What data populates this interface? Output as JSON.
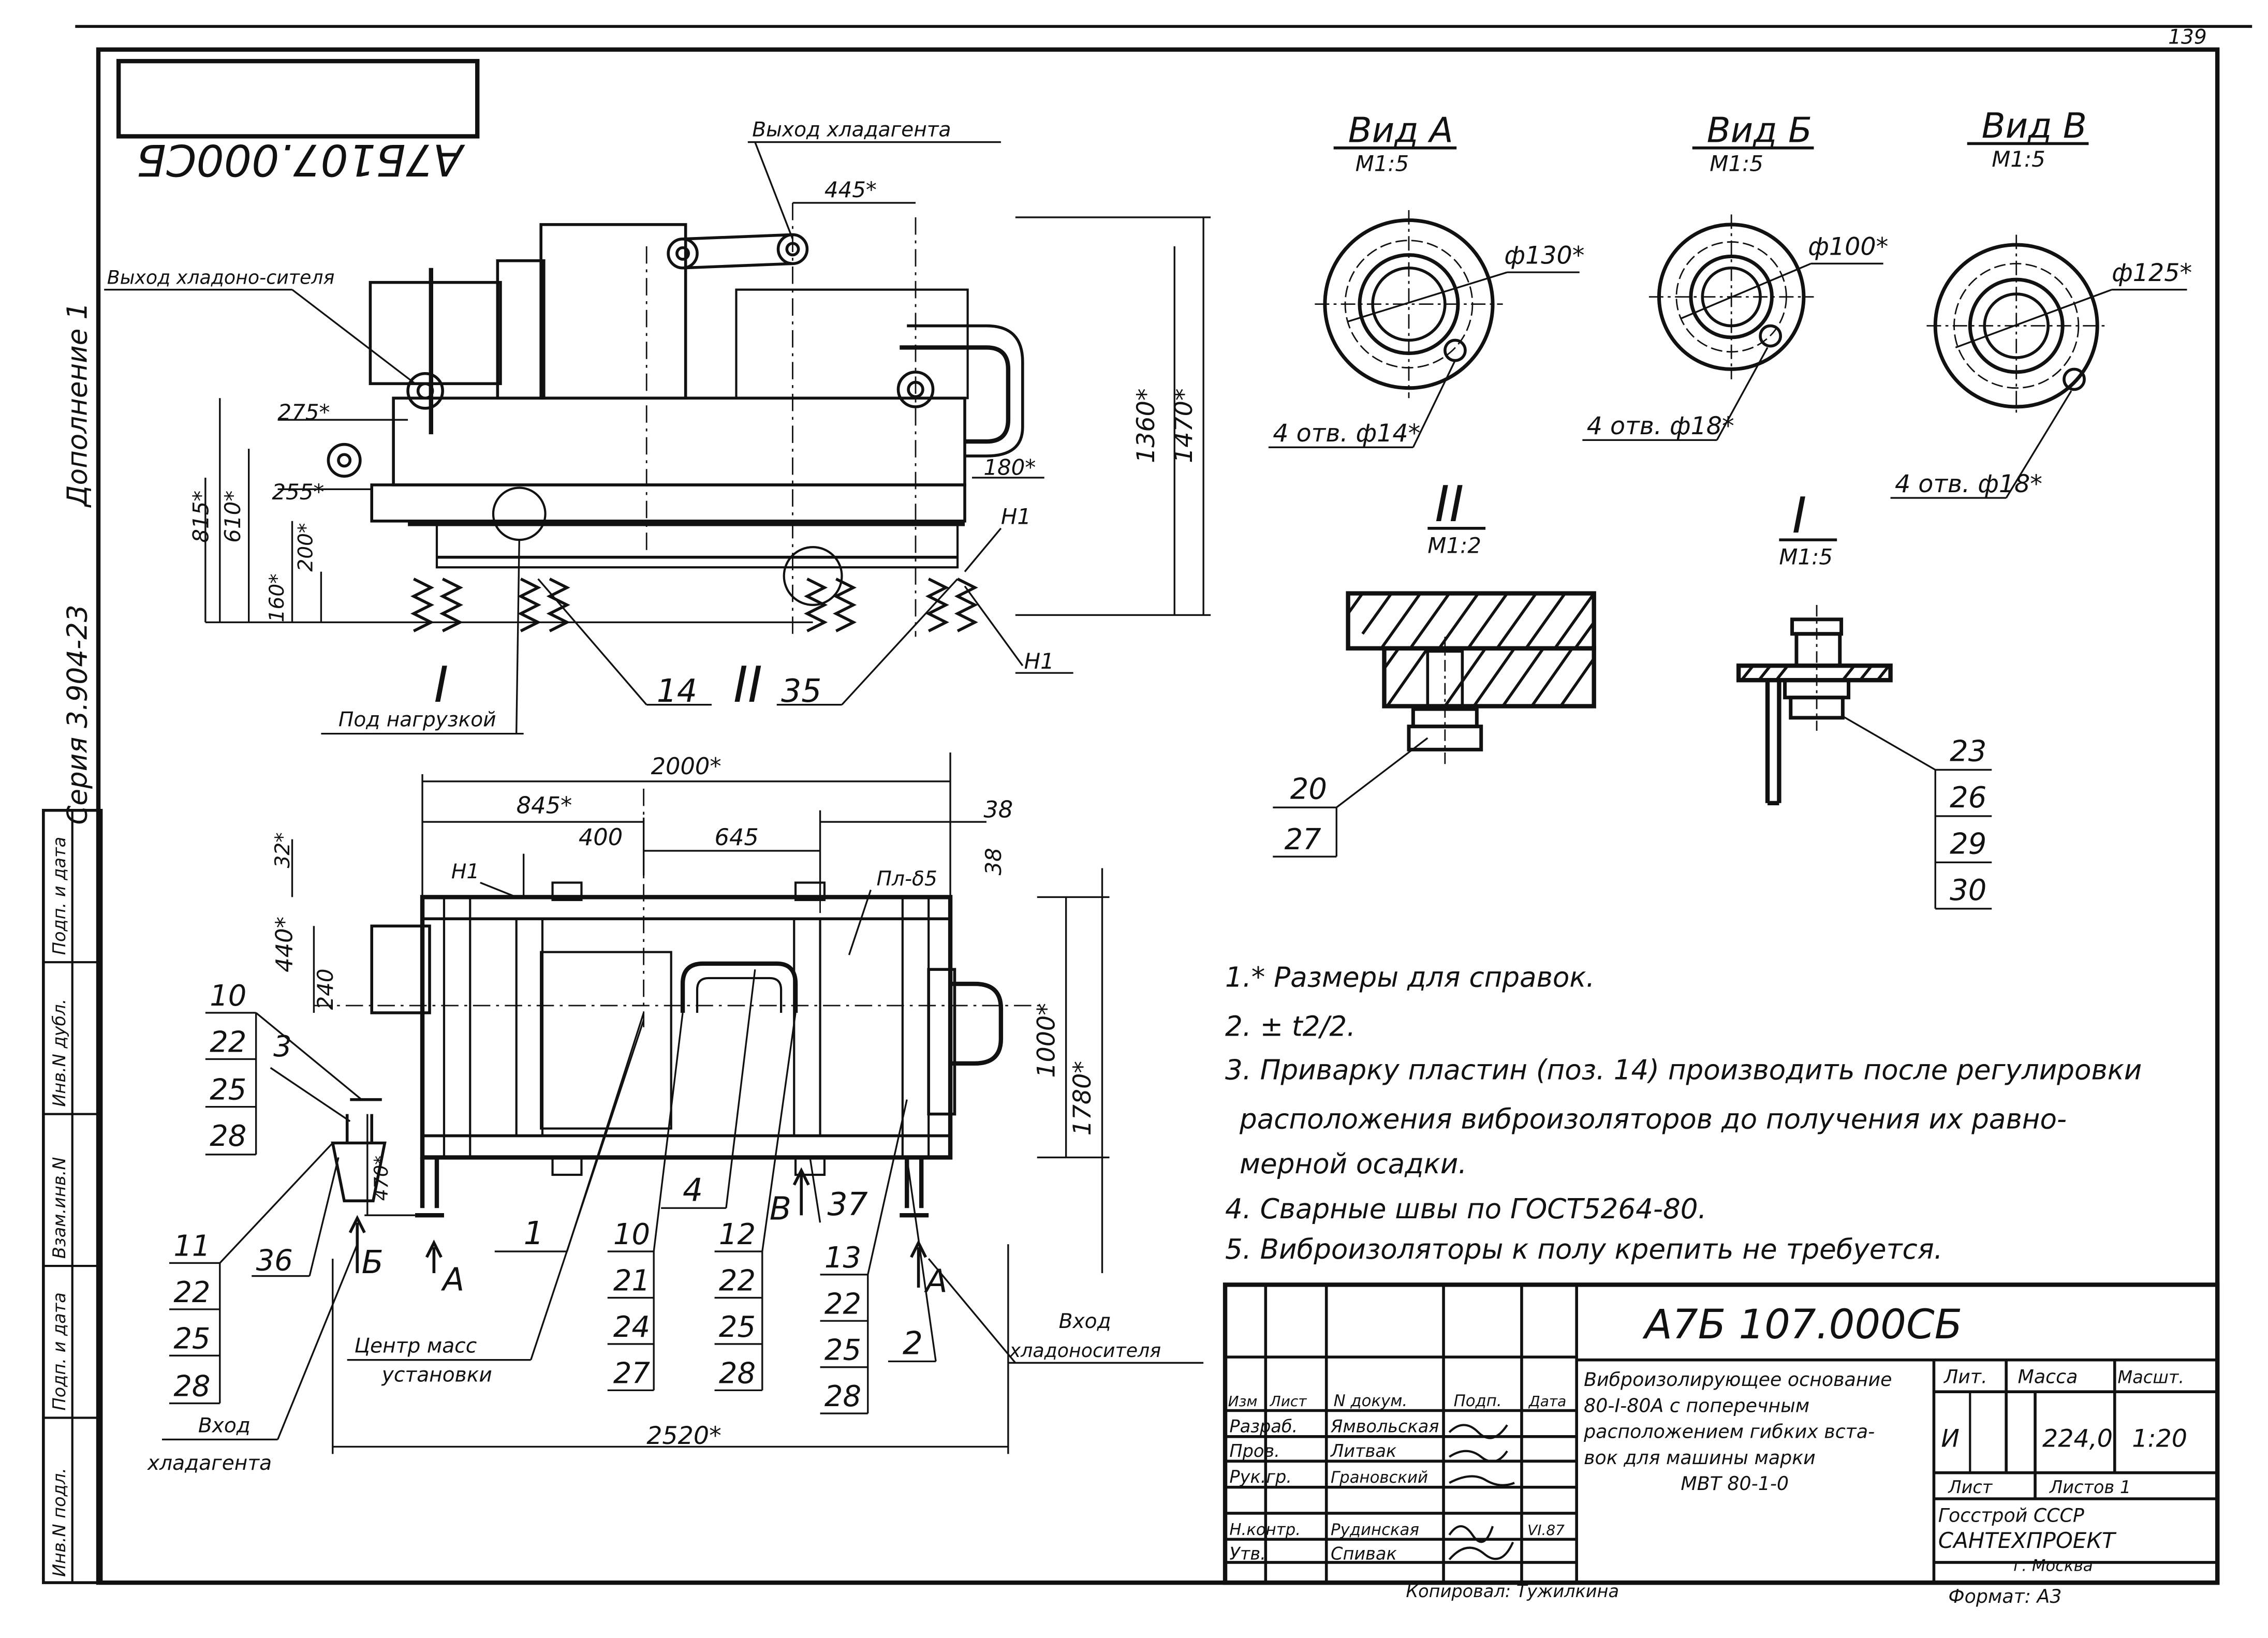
{
  "sheet": {
    "page_number": "139",
    "doc_code_mirrored": "А7Б107.000СБ",
    "side_series": "Серия 3.904-23",
    "side_supplement": "Дополнение 1",
    "side_columns": [
      "Инв.N подл.",
      "Подп. и дата",
      "Взам.инв.N",
      "Инв.N дубл.",
      "Подп. и дата"
    ]
  },
  "views": {
    "a": {
      "title": "Вид А",
      "scale": "М1:5",
      "diameter": "ф130*",
      "holes": "4 отв. ф14*"
    },
    "b": {
      "title": "Вид Б",
      "scale": "М1:5",
      "diameter": "ф100*",
      "holes": "4 отв. ф18*"
    },
    "v": {
      "title": "Вид В",
      "scale": "М1:5",
      "diameter": "ф125*",
      "holes": "4 отв. ф18*"
    }
  },
  "details": {
    "ii": {
      "title": "II",
      "scale": "М1:2",
      "callouts": [
        "20",
        "27"
      ]
    },
    "i": {
      "title": "I",
      "scale": "М1:5",
      "callouts": [
        "23",
        "26",
        "29",
        "30"
      ]
    }
  },
  "front_view": {
    "outlet_refrigerant": "Выход хладагента",
    "outlet_coolant": "Выход хладоно-сителя",
    "under_load": "Под нагрузкой",
    "dims": [
      "445*",
      "1360*",
      "1470*",
      "275*",
      "255*",
      "180*",
      "815*",
      "610*",
      "200*",
      "160*"
    ],
    "h1": "Н1",
    "callouts": [
      "I",
      "14",
      "II",
      "35"
    ]
  },
  "plan_view": {
    "dims": [
      "2000*",
      "845*",
      "400",
      "645",
      "38",
      "38",
      "32*",
      "440*",
      "240",
      "1000*",
      "1780*",
      "470*",
      "2520*"
    ],
    "h1": "Н1",
    "plate_mark": "Пл-δ5",
    "center_of_mass": "Центр масс установки",
    "inlet_refrigerant": "Вход хладагента",
    "inlet_coolant": "Вход хладоносителя",
    "arrows": [
      "Б",
      "А",
      "В",
      "А"
    ],
    "callout_groups": [
      [
        "10",
        "22",
        "25",
        "28"
      ],
      [
        "11",
        "22",
        "25",
        "28"
      ],
      [
        "10",
        "21",
        "24",
        "27"
      ],
      [
        "12",
        "22",
        "25",
        "28"
      ],
      [
        "13",
        "22",
        "25",
        "28"
      ]
    ],
    "single_callouts": [
      "3",
      "36",
      "1",
      "4",
      "37",
      "2"
    ]
  },
  "notes": [
    "1.* Размеры для справок.",
    "2. ± t2/2.",
    "3. Приварку пластин (поз. 14) производить после регулировки",
    "расположения виброизоляторов до получения их равно-",
    "мерной осадки.",
    "4. Сварные швы по ГОСТ5264-80.",
    "5. Виброизоляторы к полу крепить не требуется."
  ],
  "title_block": {
    "doc_code": "А7Б 107.000СБ",
    "description": [
      "Виброизолирующее основание",
      "80-I-80А с поперечным",
      "расположением гибких вста-",
      "вок для машины марки",
      "МВТ 80-1-0"
    ],
    "header_cols": [
      "Изм",
      "Лист",
      "N докум.",
      "Подп.",
      "Дата"
    ],
    "rows": [
      {
        "role": "Разраб.",
        "name": "Ямвольская"
      },
      {
        "role": "Пров.",
        "name": "Литвак"
      },
      {
        "role": "Рук.гр.",
        "name": "Грановский"
      },
      {
        "role": "",
        "name": ""
      },
      {
        "role": "Н.контр.",
        "name": "Рудинская",
        "date": "VI.87"
      },
      {
        "role": "Утв.",
        "name": "Спивак"
      }
    ],
    "lit_label": "Лит.",
    "lit_value": "И",
    "mass_label": "Масса",
    "mass_value": "224,0",
    "scale_label": "Масшт.",
    "scale_value": "1:20",
    "sheet_label": "Лист",
    "sheets_label": "Листов 1",
    "org_1": "Госстрой СССР",
    "org_2": "САНТЕХПРОЕКТ",
    "org_3": "г. Москва",
    "copied": "Копировал: Тужилкина",
    "format": "Формат: А3"
  }
}
